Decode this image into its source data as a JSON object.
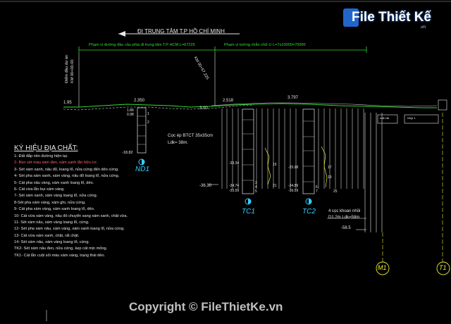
{
  "watermark": {
    "brand": "File Thiết Kế",
    "brand_sub": ".vn",
    "copyright": "Copyright © FileThietKe.vn"
  },
  "header": {
    "direction": "ĐI TRUNG TÂM T.P HỒ CHÍ MINH",
    "range_left": "Phạm vi đường đầu cầu phía đi trung tâm T.P HCM L=67225",
    "range_right": "Phạm vi tường chắn chữ U L=7x10000=70000",
    "start_label": "Điểm đầu dự án",
    "start_km": "KM 00+00.00",
    "km_label": "KM 00+67.225"
  },
  "elevations": {
    "e1": "1.95",
    "e2": "2.350",
    "e3": "3.00",
    "e4": "2.518",
    "e5": "3.797",
    "nd1_a": "1.86",
    "nd1_b": "0.98",
    "nd1_bottom": "-18.82",
    "tc1_a": "-33.34",
    "tc1_b": "-34.74",
    "tc1_c": "-35.59",
    "tc2_a": "-25.98",
    "tc2_b": "-34.89",
    "tc2_c": "-36.59",
    "left_bottom": "-36.30",
    "deep": "-58.5"
  },
  "annotations": {
    "pile": "Cọc ép BTCT 35x35cm",
    "pile_len": "Ldk= 38m.",
    "bored": "4 cọc khoan nhồi",
    "bored_spec": "D1.2m Ldk=58m",
    "box1": "mặt cắt",
    "box2": "Nhịp 1"
  },
  "boreholes": {
    "nd1": "ND1",
    "tc1": "TC1",
    "tc2": "TC2"
  },
  "axes": {
    "m1": "M1",
    "t1": "T1"
  },
  "layers": {
    "l1": "1",
    "l2": "2",
    "l3": "3",
    "l4": "4",
    "l5": "5",
    "l6": "6",
    "l7": "7",
    "l15": "15",
    "l17": "17",
    "l19": "19",
    "l21": "21",
    "l25": "25"
  },
  "legend": {
    "title": "KÝ HIỆU ĐỊA CHẤT:",
    "items": [
      "1- Đất đắp nền đường hiện tại.",
      "2- Bùn sét màu xám đen, xám xanh lẫn hữu cơ.",
      "3- Sét xám xanh, nâu đỏ, loang lổ, nửa cứng đến dẻo cứng.",
      "4- Sét pha xám xanh, xám vàng, nâu đỏ loang lổ, nửa cứng.",
      "5- Cát pha nâu vàng, xám xanh loang lổ, dẻo.",
      "6- Cát vừa lẫn bụi xám vàng.",
      "7- Sét xám xanh, xám vàng loang lổ, nửa cứng.",
      "8-Sét pha xám vàng, xám ghi, nửa cứng.",
      "9- Cát pha xám vàng, xám xanh loang lổ, dẻo.",
      "10- Cát vừa xám vàng, nâu đỏ chuyển sang xám xanh, chặt vừa.",
      "11- Sét xám nâu, xám vàng loang lổ, cứng.",
      "12- Sét pha xám nâu, xám vàng, xám xanh loang lổ, nửa cứng.",
      "13- Cát vừa xám xanh, chặt, rất chặt.",
      "14- Sét xám nâu, xám vàng loang lổ, cứng.",
      "TK2- Sét xám nâu đen, nửa cứng, kẹp cát mịn mỏng.",
      "TK1- Cát lẫn cuội sỏi màu xám vàng, trạng thái dẻo."
    ]
  }
}
